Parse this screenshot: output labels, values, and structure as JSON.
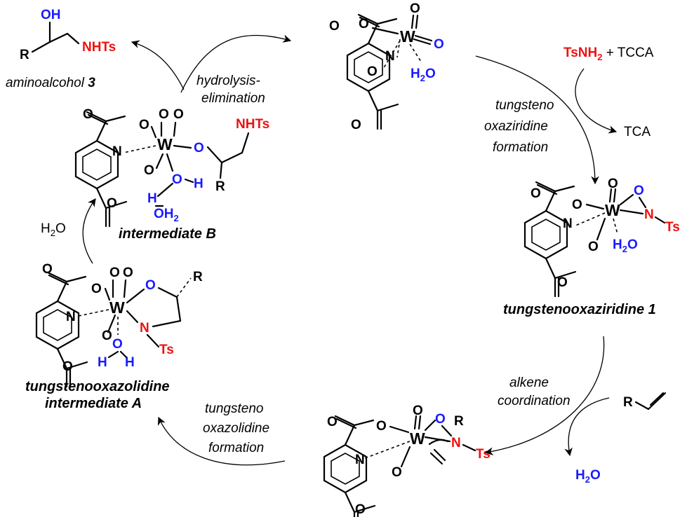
{
  "molecules": {
    "top_complex": {
      "labels": {
        "w": "W",
        "n": "N",
        "o": "O",
        "h2o_h": "H",
        "h2o_2": "2",
        "h2o_o": "O"
      }
    },
    "oxaziridine": {
      "labels": {
        "w": "W",
        "n_ring": "N",
        "o": "O",
        "n": "N",
        "ts": "Ts",
        "h2o_h": "H",
        "h2o_2": "2",
        "h2o_o": "O"
      }
    },
    "alkene_complex": {
      "labels": {
        "w": "W",
        "n_ring": "N",
        "o": "O",
        "n": "N",
        "ts": "Ts",
        "r": "R"
      }
    },
    "oxazolidine": {
      "labels": {
        "w": "W",
        "n_ring": "N",
        "o": "O",
        "n": "N",
        "ts": "Ts",
        "r": "R",
        "h": "H"
      }
    },
    "intermediate_b": {
      "labels": {
        "w": "W",
        "n_ring": "N",
        "o": "O",
        "h": "H",
        "oh2_o": "OH",
        "oh2_2": "2",
        "nhts": "NHTs",
        "r": "R"
      }
    },
    "aminoalcohol": {
      "labels": {
        "oh": "OH",
        "nhts": "NHTs",
        "r": "R"
      }
    }
  },
  "captions": {
    "aminoalcohol": {
      "text": "aminoalcohol ",
      "number": "3"
    },
    "tungstenooxaziridine": "tungstenooxaziridine 1",
    "intermediate_a_line1": "tungstenooxazolidine",
    "intermediate_a_line2": "intermediate A",
    "intermediate_b": "intermediate B"
  },
  "steps": {
    "hydrolysis": [
      "hydrolysis-",
      "elimination"
    ],
    "oxaziridine_formation": [
      "tungsteno",
      "oxaziridine",
      "formation"
    ],
    "alkene_coordination": [
      "alkene",
      "coordination"
    ],
    "oxazolidine_formation": [
      "tungsteno",
      "oxazolidine",
      "formation"
    ]
  },
  "reagents": {
    "tsnh2_ts": "TsNH",
    "tsnh2_2": "2",
    "plus_tcca": " + TCCA",
    "tca": "TCA",
    "water_left_h": "H",
    "water_left_2": "2",
    "water_left_o": "O",
    "water_bottom_h": "H",
    "water_bottom_2": "2",
    "water_bottom_o": "O",
    "alkene_r": "R"
  },
  "colors": {
    "heteroatom_blue": "#1a1aff",
    "heteroatom_red": "#ee1111",
    "text": "#000000"
  }
}
